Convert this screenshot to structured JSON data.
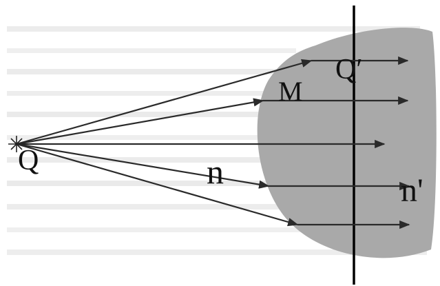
{
  "labels": {
    "source": "Q",
    "image": "Q′",
    "surface_point": "M",
    "index_left": "n",
    "index_right": "n'"
  },
  "colors": {
    "background": "#ffffff",
    "lens_fill": "#a9a9a9",
    "faint_text": "#d8d8d8",
    "lines": "#2a2a2a",
    "axis_line": "#000000",
    "label_text": "#111111"
  }
}
